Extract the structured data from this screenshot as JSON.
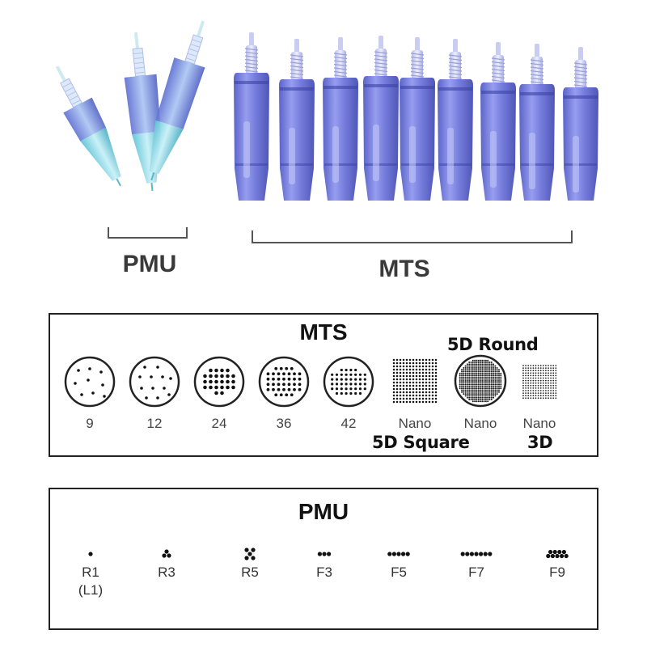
{
  "photo": {
    "pmu_label": "PMU",
    "mts_label": "MTS",
    "colors": {
      "cartridge": "#6b74d6",
      "pmu_tint": "#8fd7e6",
      "bracket": "#555555"
    }
  },
  "mts_panel": {
    "title": "MTS",
    "items": [
      {
        "label": "9",
        "pins": 9
      },
      {
        "label": "12",
        "pins": 12
      },
      {
        "label": "24",
        "pins": 24
      },
      {
        "label": "36",
        "pins": 36
      },
      {
        "label": "42",
        "pins": 42
      },
      {
        "label": "Nano",
        "subtype": "5D Square"
      },
      {
        "label": "Nano",
        "subtype": "5D Round"
      },
      {
        "label": "Nano",
        "subtype": "3D"
      }
    ]
  },
  "pmu_panel": {
    "title": "PMU",
    "items": [
      {
        "label": "R1",
        "sublabel": "(L1)"
      },
      {
        "label": "R3"
      },
      {
        "label": "R5"
      },
      {
        "label": "F3"
      },
      {
        "label": "F5"
      },
      {
        "label": "F7"
      },
      {
        "label": "F9"
      }
    ]
  }
}
